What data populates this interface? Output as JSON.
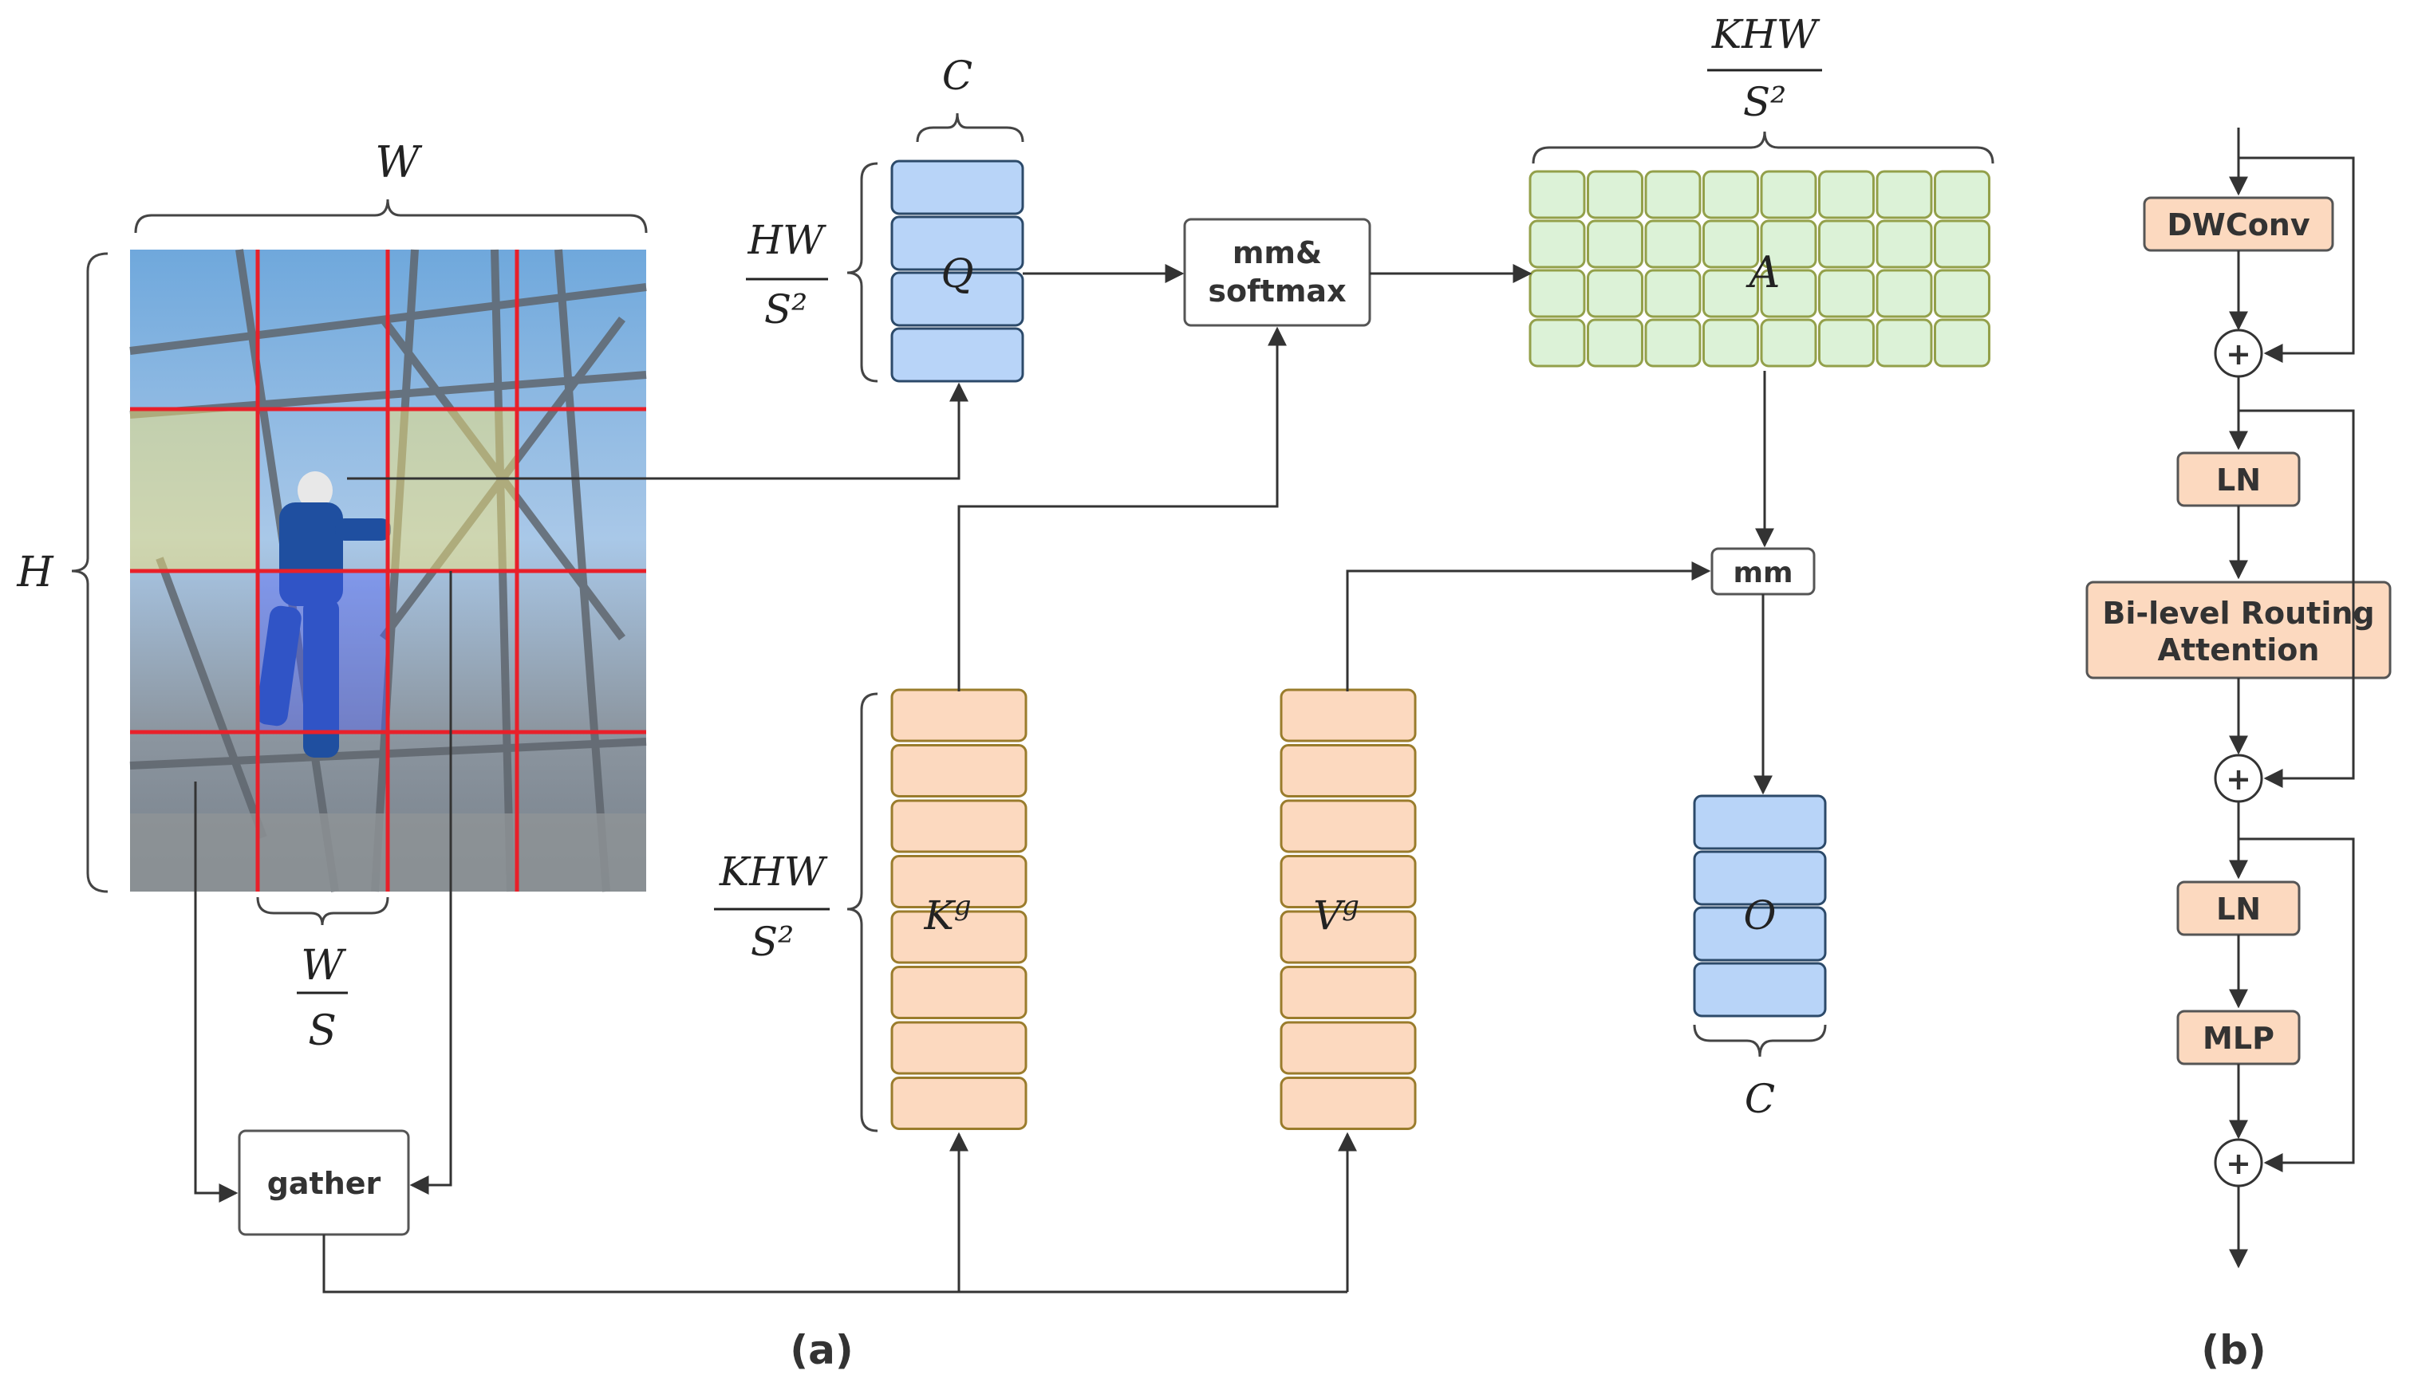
{
  "panel_a": {
    "image_labels": {
      "width": "W",
      "height": "H",
      "region_w_num": "W",
      "region_w_den": "S"
    },
    "q_tensor": {
      "label": "Q",
      "rows_num": "HW",
      "rows_den": "S²",
      "cols": "C"
    },
    "mm_softmax": {
      "line1": "mm&",
      "line2": "softmax"
    },
    "a_tensor": {
      "label": "A",
      "cols_num": "KHW",
      "cols_den": "S²"
    },
    "mm_box": "mm",
    "kg_tensor": {
      "label": "K",
      "sup": "g",
      "rows_num": "KHW",
      "rows_den": "S²"
    },
    "vg_tensor": {
      "label": "V",
      "sup": "g"
    },
    "o_tensor": {
      "label": "O",
      "cols": "C"
    },
    "gather_box": "gather",
    "caption": "(a)"
  },
  "panel_b": {
    "blocks": [
      "DWConv",
      "LN",
      "Bi-level Routing\nAttention",
      "LN",
      "MLP"
    ],
    "plus": "+",
    "caption": "(b)"
  },
  "colors": {
    "query_output_blue": "#b8d4f8",
    "key_value_orange": "#fcd9bf",
    "attention_green": "#dcf2d7",
    "grid_red": "#e8202a",
    "region_yellow": "#f4e37a",
    "region_blue": "#4a5cff"
  }
}
